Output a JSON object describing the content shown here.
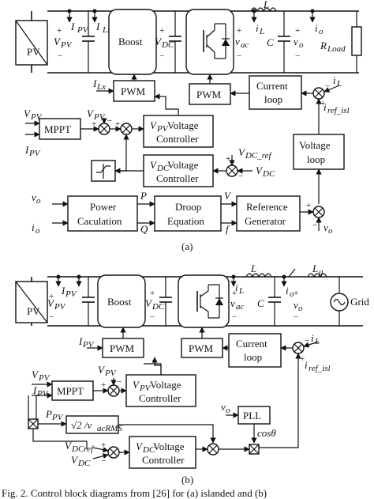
{
  "figure": {
    "caption": "Fig. 2.   Control block diagrams from [26] for (a) islanded and (b)",
    "panel_a": {
      "label": "(a)",
      "blocks": {
        "pv": "PV",
        "boost": "Boost",
        "pwm_boost": "PWM",
        "pwm_inv": "PWM",
        "current_loop_1": "Current",
        "current_loop_2": "loop",
        "mppt": "MPPT",
        "vpv_ctrl_1": "V",
        "vpv_ctrl_sub": "PV",
        "vpv_ctrl_2": " Voltage",
        "vpv_ctrl_3": "Controller",
        "vdc_ctrl_1": "V",
        "vdc_ctrl_sub": "DC",
        "vdc_ctrl_2": " Voltage",
        "vdc_ctrl_3": "Controller",
        "voltage_loop_1": "Voltage",
        "voltage_loop_2": "loop",
        "power_calc_1": "Power",
        "power_calc_2": "Caculation",
        "droop_1": "Droop",
        "droop_2": "Equation",
        "ref_gen_1": "Reference",
        "ref_gen_2": "Generator"
      },
      "signals": {
        "i_pv": "I",
        "i_pv_sub": "PV",
        "v_pv": "V",
        "v_pv_sub": "PV",
        "i_lx": "I",
        "i_lx_sub": "Lx",
        "v_dc": "V",
        "v_dc_sub": "DC",
        "v_ac": "v",
        "v_ac_sub": "ac",
        "L": "L",
        "i_L": "i",
        "i_L_sub": "L",
        "C": "C",
        "v_o": "v",
        "v_o_sub": "o",
        "i_o": "i",
        "i_o_sub": "o",
        "r_load": "R",
        "r_load_sub": "Load",
        "i_ref_isl": "i",
        "i_ref_isl_sub": "ref_isl",
        "v_dc_ref": "V",
        "v_dc_ref_sub": "DC_ref",
        "P": "P",
        "Q": "Q",
        "V": "V",
        "f": "f"
      }
    },
    "panel_b": {
      "label": "(b)",
      "blocks": {
        "pv": "PV",
        "boost": "Boost",
        "pwm_boost": "PWM",
        "pwm_inv": "PWM",
        "current_loop_1": "Current",
        "current_loop_2": "loop",
        "mppt": "MPPT",
        "vpv_ctrl_1": "V",
        "vpv_ctrl_sub": "PV",
        "vpv_ctrl_2": " Voltage",
        "vpv_ctrl_3": "Controller",
        "vdc_ctrl_1": "V",
        "vdc_ctrl_sub": "DC",
        "vdc_ctrl_2": " Voltage",
        "vdc_ctrl_3": "Controller",
        "pll": "PLL",
        "sqrt": "√2 /v",
        "sqrt_sub": "acRMS",
        "grid": "Grid"
      },
      "signals": {
        "i_pv": "I",
        "i_pv_sub": "PV",
        "v_pv": "V",
        "v_pv_sub": "PV",
        "v_dc": "V",
        "v_dc_sub": "DC",
        "v_ac": "v",
        "v_ac_sub": "ac",
        "L": "L",
        "L_g": "L",
        "L_g_sub": "g",
        "i_L": "i",
        "i_L_sub": "L",
        "C": "C",
        "v_o": "v",
        "v_o_sub": "o",
        "i_o": "i",
        "i_o_sub": "o",
        "i_ref_isl": "i",
        "i_ref_isl_sub": "ref_isl",
        "p_pv": "P",
        "p_pv_sub": "PV",
        "v_dcref": "V",
        "v_dcref_sub": "DCref",
        "cos_theta": "cosθ"
      }
    }
  }
}
